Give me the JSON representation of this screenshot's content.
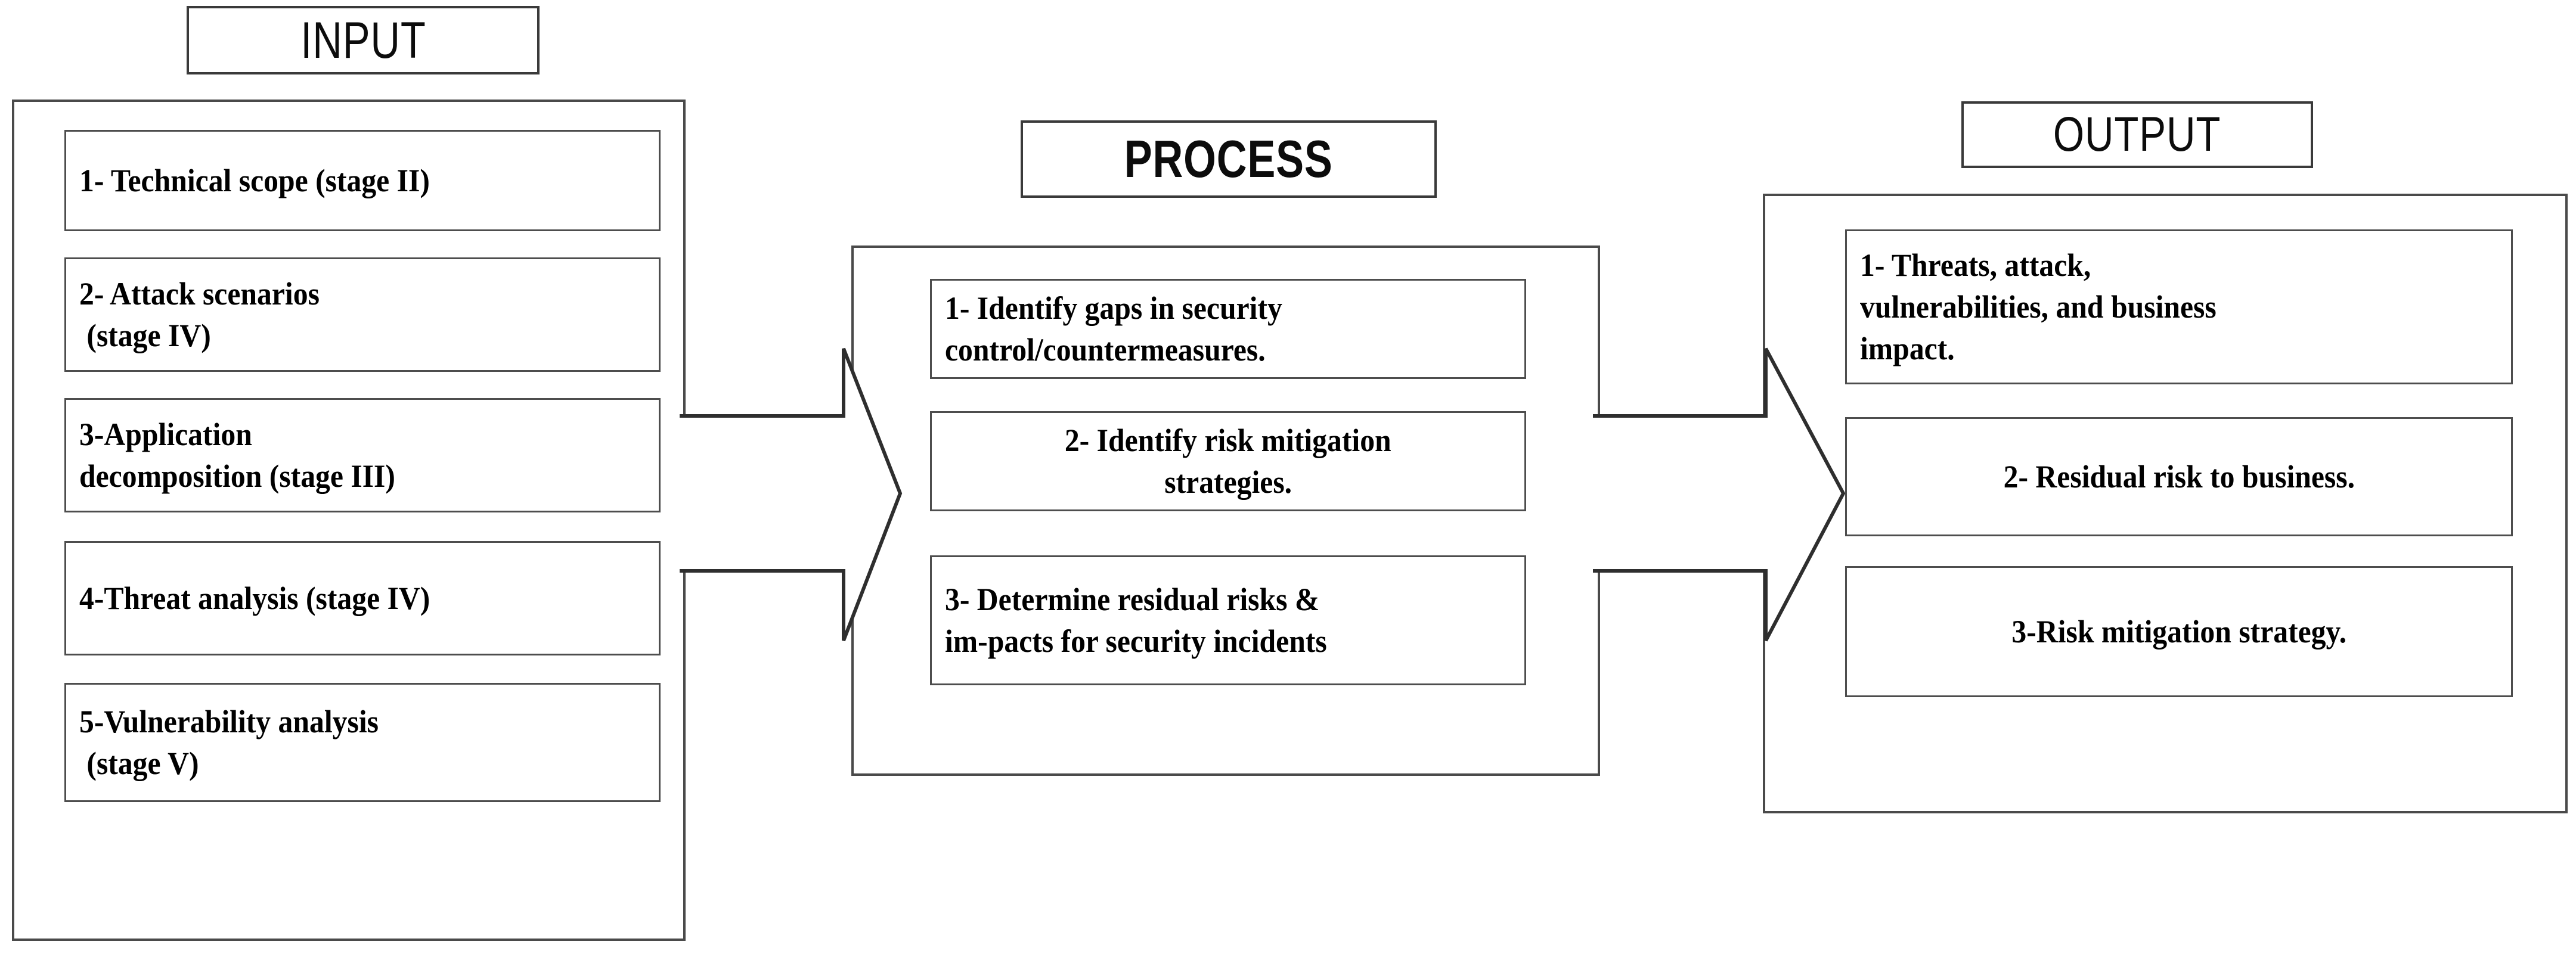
{
  "diagram": {
    "title_bar_labels": {
      "input": "INPUT",
      "process": "PROCESS",
      "output": "OUTPUT"
    },
    "columns": [
      {
        "key": "input",
        "header": "INPUT",
        "items": [
          {
            "id": "in-1",
            "lines": [
              "1- Technical scope (stage II)"
            ]
          },
          {
            "id": "in-2",
            "lines": [
              "2- Attack scenarios",
              " (stage IV)"
            ]
          },
          {
            "id": "in-3",
            "lines": [
              "3-Application",
              "decomposition (stage III)"
            ]
          },
          {
            "id": "in-4",
            "lines": [
              "4-Threat analysis (stage IV)"
            ]
          },
          {
            "id": "in-5",
            "lines": [
              "5-Vulnerability analysis",
              " (stage V)"
            ]
          }
        ]
      },
      {
        "key": "process",
        "header": "PROCESS",
        "items": [
          {
            "id": "pr-1",
            "lines": [
              "1- Identify gaps in security",
              "control/countermeasures."
            ]
          },
          {
            "id": "pr-2",
            "lines": [
              "2- Identify risk mitigation",
              "strategies."
            ]
          },
          {
            "id": "pr-3",
            "lines": [
              "3- Determine residual risks &",
              "im-pacts for security incidents"
            ]
          }
        ]
      },
      {
        "key": "output",
        "header": "OUTPUT",
        "items": [
          {
            "id": "ou-1",
            "lines": [
              "1- Threats, attack,",
              "vulnerabilities, and business",
              "impact."
            ]
          },
          {
            "id": "ou-2",
            "lines": [
              "2- Residual risk to business."
            ]
          },
          {
            "id": "ou-3",
            "lines": [
              "3-Risk mitigation strategy."
            ]
          }
        ]
      }
    ],
    "connectors": [
      {
        "id": "arrow-1",
        "from": "input",
        "to": "process",
        "shape": "block-arrow-right"
      },
      {
        "id": "arrow-2",
        "from": "process",
        "to": "output",
        "shape": "block-arrow-right"
      }
    ],
    "colors": {
      "background": "#ffffff",
      "stroke": "#4a4a4a",
      "card_stroke": "#4d4d4d",
      "text": "#000000"
    }
  }
}
